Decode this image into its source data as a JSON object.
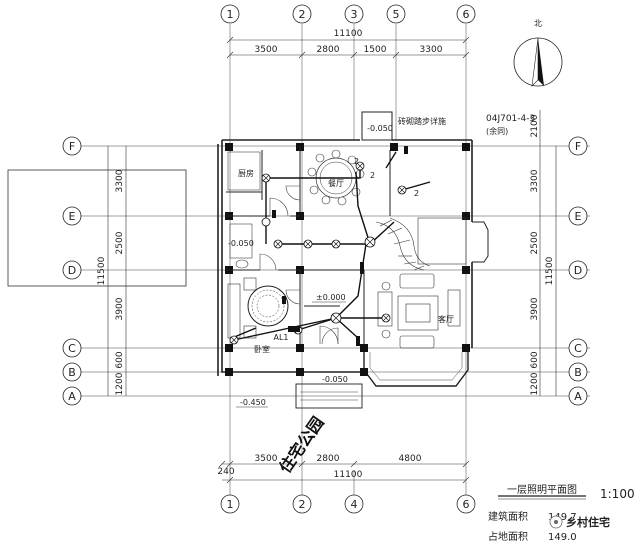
{
  "dimensions": {
    "top_total": "11100",
    "top_spans": [
      "3500",
      "2800",
      "1500",
      "3300"
    ],
    "bottom_total": "11100",
    "bottom_spans": [
      "3500",
      "2800",
      "4800"
    ],
    "bottom_offset": "240",
    "left_total": "11500",
    "left_spans": [
      "1200",
      "600",
      "3900",
      "2500",
      "3300"
    ],
    "right_total": "11500",
    "right_spans": [
      "1200",
      "600",
      "3900",
      "2500",
      "3300",
      "2100"
    ]
  },
  "axes": {
    "columns": [
      "1",
      "2",
      "3",
      "5",
      "6"
    ],
    "bottom_columns": [
      "1",
      "2",
      "4",
      "6"
    ],
    "rows": [
      "F",
      "E",
      "D",
      "C",
      "B",
      "A"
    ]
  },
  "north_label": "北",
  "stair_note": "砖砌踏步详施",
  "ref_code": "04J701-4-3",
  "ref_sub": "(余同)",
  "rooms": {
    "dining": "餐厅",
    "kitchen": "厨房",
    "living": "客厅",
    "bedroom": "卧室"
  },
  "elevations": {
    "top_step": "-0.050",
    "bath": "-0.050",
    "floor": "±0.000",
    "entry": "-0.050",
    "outside": "-0.450"
  },
  "panel_label": "AL1",
  "circuit_marks": [
    "2",
    "2",
    "2"
  ],
  "watermark": "住宅公园",
  "title": {
    "name": "一层照明平面图",
    "scale": "1:100",
    "area_label": "建筑面积",
    "area_value": "149.7",
    "footprint_label": "占地面积",
    "footprint_value": "149.0"
  },
  "site_badge": "乡村住宅",
  "colors": {
    "line": "#222222",
    "fill": "#111111",
    "paper": "#ffffff"
  }
}
